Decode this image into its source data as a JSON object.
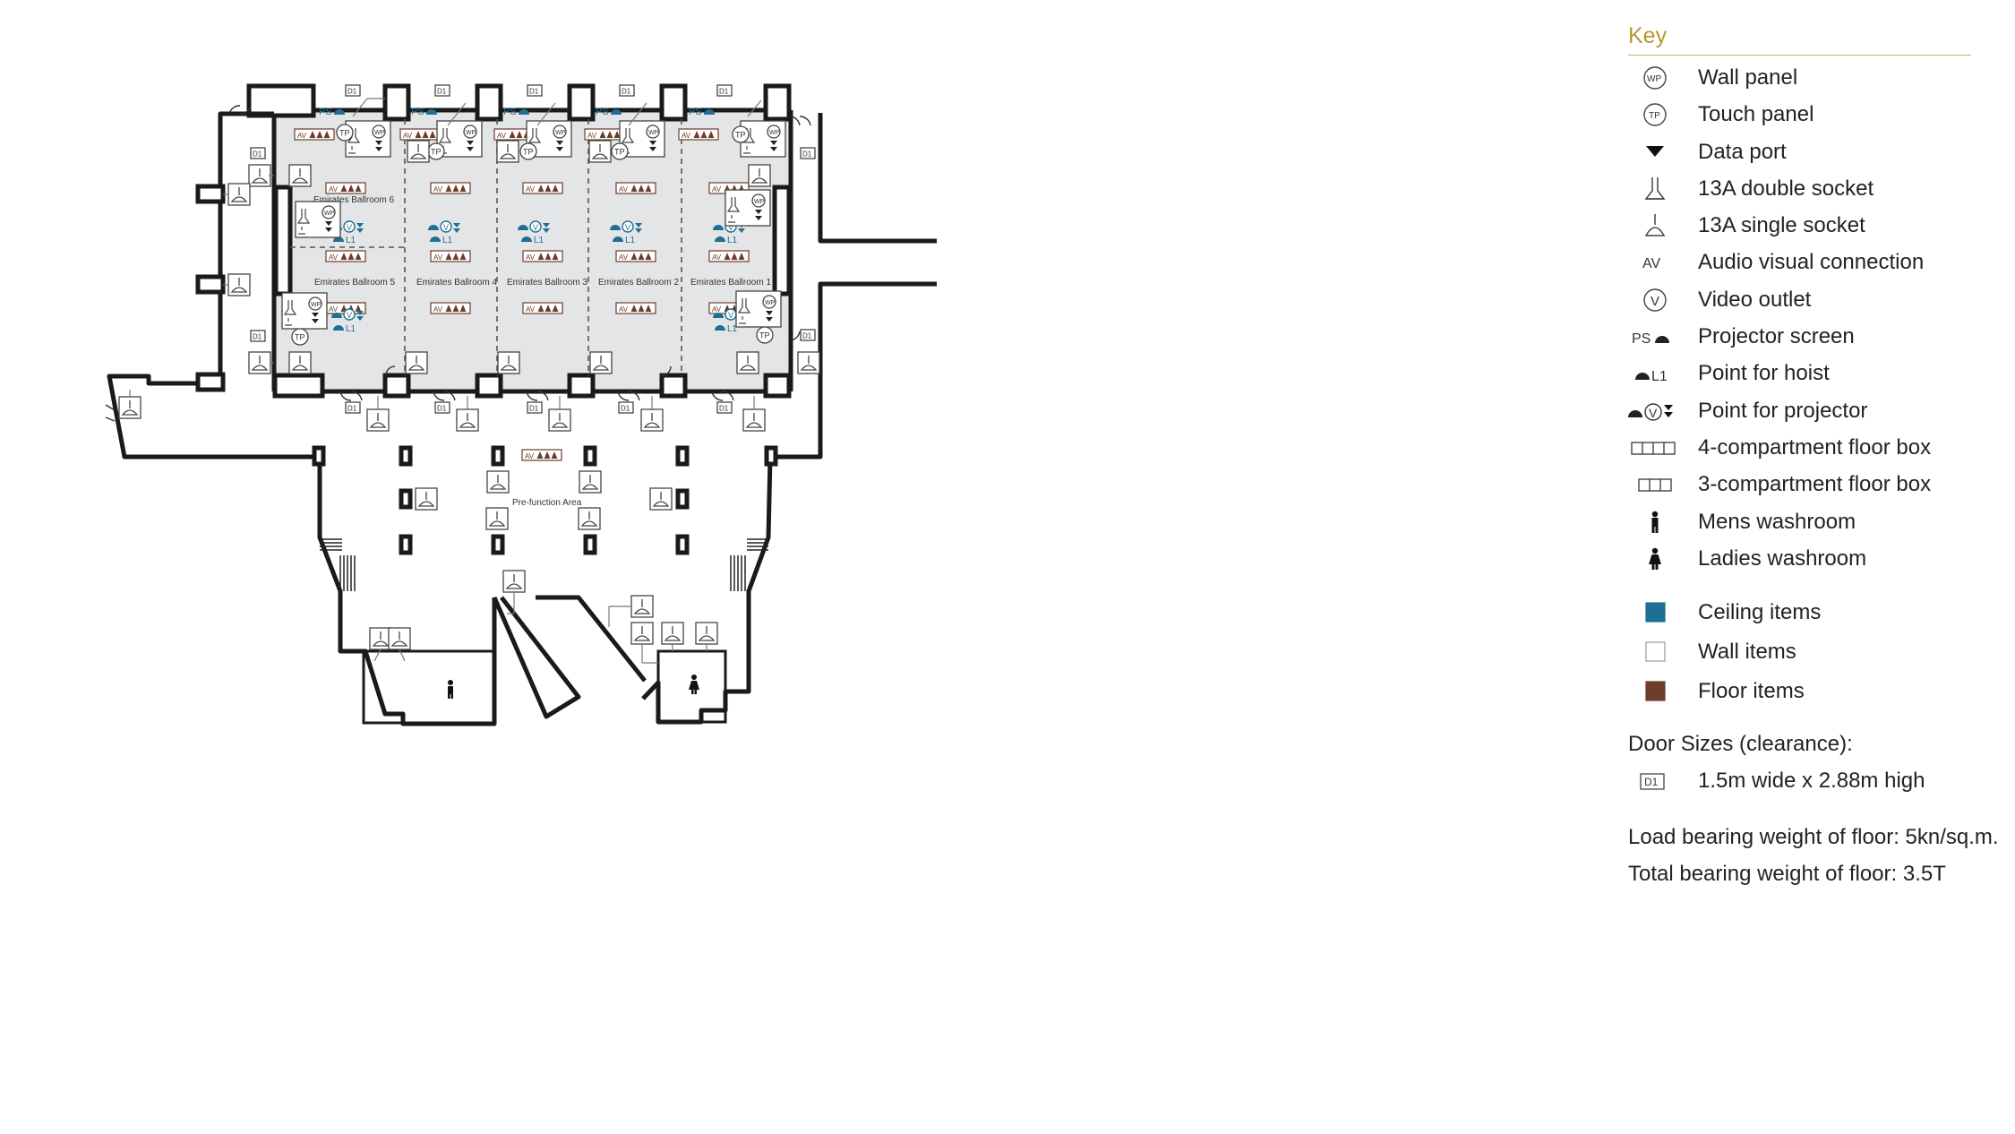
{
  "rooms": {
    "ballroom_6": "Emirates Ballroom 6",
    "ballroom_5": "Emirates Ballroom 5",
    "ballroom_4": "Emirates Ballroom 4",
    "ballroom_3": "Emirates Ballroom 3",
    "ballroom_2": "Emirates Ballroom 2",
    "ballroom_1": "Emirates Ballroom 1",
    "prefunction": "Pre-function Area"
  },
  "symbols": {
    "wp": "WP",
    "tp": "TP",
    "av": "AV",
    "v": "V",
    "ps": "PS",
    "l1": "L1",
    "d1": "D1"
  },
  "colors": {
    "ceiling": "#1d6f93",
    "wall": "#ffffff",
    "floor": "#6b3d2a",
    "room_fill": "#e4e5e7",
    "key_title": "#b8972e"
  },
  "legend": {
    "title": "Key",
    "items": [
      {
        "label": "Wall panel",
        "icon": "wall-panel-icon"
      },
      {
        "label": "Touch panel",
        "icon": "touch-panel-icon"
      },
      {
        "label": "Data port",
        "icon": "data-port-icon"
      },
      {
        "label": "13A double socket",
        "icon": "double-socket-icon"
      },
      {
        "label": "13A single socket",
        "icon": "single-socket-icon"
      },
      {
        "label": "Audio visual connection",
        "icon": "av-icon"
      },
      {
        "label": "Video outlet",
        "icon": "video-outlet-icon"
      },
      {
        "label": "Projector screen",
        "icon": "projector-screen-icon"
      },
      {
        "label": "Point for hoist",
        "icon": "hoist-point-icon"
      },
      {
        "label": "Point for projector",
        "icon": "projector-point-icon"
      },
      {
        "label": "4-compartment floor box",
        "icon": "floor-box-4-icon"
      },
      {
        "label": "3-compartment floor box",
        "icon": "floor-box-3-icon"
      },
      {
        "label": "Mens washroom",
        "icon": "mens-washroom-icon"
      },
      {
        "label": "Ladies washroom",
        "icon": "ladies-washroom-icon"
      }
    ],
    "color_items": [
      {
        "label": "Ceiling items",
        "color": "#1d6f93"
      },
      {
        "label": "Wall items",
        "color": "#ffffff"
      },
      {
        "label": "Floor items",
        "color": "#6b3d2a"
      }
    ],
    "door_sizes_title": "Door Sizes (clearance):",
    "door_size": "1.5m wide x 2.88m high",
    "load_bearing": "Load bearing weight of floor: 5kn/sq.m.",
    "total_bearing": "Total bearing weight of floor: 3.5T"
  }
}
